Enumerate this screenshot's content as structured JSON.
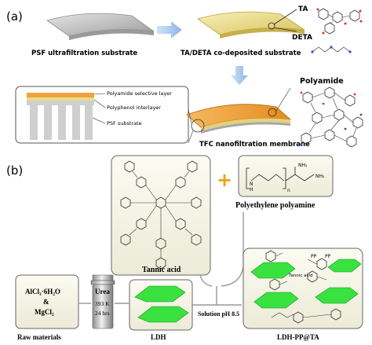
{
  "panel_a": {
    "label": "(a)",
    "psf_substrate_label": "PSF ultrafiltration substrate",
    "codeposited_label": "TA/DETA co-deposited substrate",
    "ta_label": "TA",
    "deta_label": "DETA",
    "polyamide_label": "Polyamide",
    "tfc_label": "TFC nanofiltration membrane",
    "layer_labels": [
      "Polyamide selective layer",
      "Polyphenol interlayer",
      "PSF substrate"
    ]
  },
  "panel_b": {
    "label": "(b)",
    "tannic_acid_label": "Tannic acid",
    "polyamine_label": "Polyethylene polyamine",
    "raw_line1": "AlCl₃·6H₂O",
    "raw_line2": "&",
    "raw_line3": "MgCl₂",
    "raw_materials_label": "Raw materials",
    "autoclave_lines": [
      "Urea",
      "393 K",
      "24 hrs"
    ],
    "ldh_label": "LDH",
    "solution_label": "Solution pH 8.5",
    "product_label": "LDH-PP@TA",
    "inner_tannic_label": "Tannic acid",
    "pp_label": "PP",
    "plus_symbol": "+",
    "chem_nh2": "NH₂",
    "chem_n": "N",
    "chem_h": "H",
    "chem_n_sub": "n"
  },
  "colors": {
    "arrow_blue": "#a9c8ea",
    "substrate_gray": "#c9c9c9",
    "coated_yellow": "#eee29a",
    "tfc_orange": "#ef9f3c",
    "ldh_green": "#39e23f",
    "plus_orange": "#e8a317"
  }
}
